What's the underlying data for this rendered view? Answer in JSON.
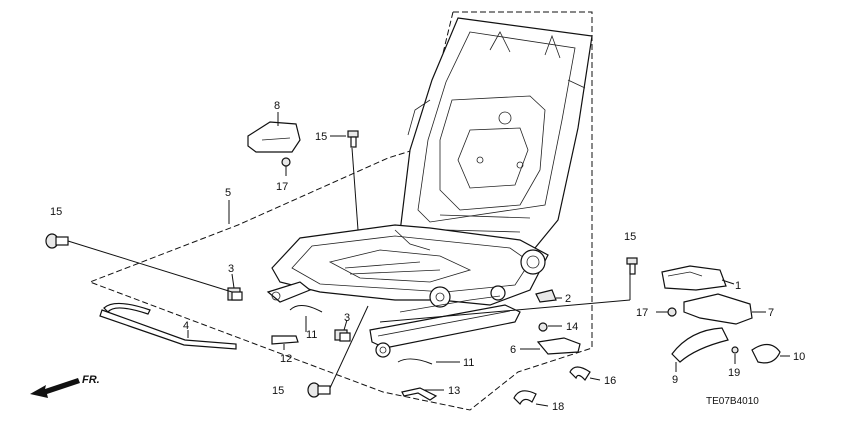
{
  "diagram": {
    "code": "TE07B4010",
    "direction_label": "FR.",
    "callouts": [
      {
        "id": "c1",
        "text": "1"
      },
      {
        "id": "c2",
        "text": "2"
      },
      {
        "id": "c3a",
        "text": "3"
      },
      {
        "id": "c3b",
        "text": "3"
      },
      {
        "id": "c4",
        "text": "4"
      },
      {
        "id": "c5",
        "text": "5"
      },
      {
        "id": "c6",
        "text": "6"
      },
      {
        "id": "c7",
        "text": "7"
      },
      {
        "id": "c8",
        "text": "8"
      },
      {
        "id": "c9",
        "text": "9"
      },
      {
        "id": "c10",
        "text": "10"
      },
      {
        "id": "c11a",
        "text": "11"
      },
      {
        "id": "c11b",
        "text": "11"
      },
      {
        "id": "c12",
        "text": "12"
      },
      {
        "id": "c13",
        "text": "13"
      },
      {
        "id": "c14",
        "text": "14"
      },
      {
        "id": "c15a",
        "text": "15"
      },
      {
        "id": "c15b",
        "text": "15"
      },
      {
        "id": "c15c",
        "text": "15"
      },
      {
        "id": "c15d",
        "text": "15"
      },
      {
        "id": "c16",
        "text": "16"
      },
      {
        "id": "c17a",
        "text": "17"
      },
      {
        "id": "c17b",
        "text": "17"
      },
      {
        "id": "c18",
        "text": "18"
      },
      {
        "id": "c19",
        "text": "19"
      }
    ]
  }
}
